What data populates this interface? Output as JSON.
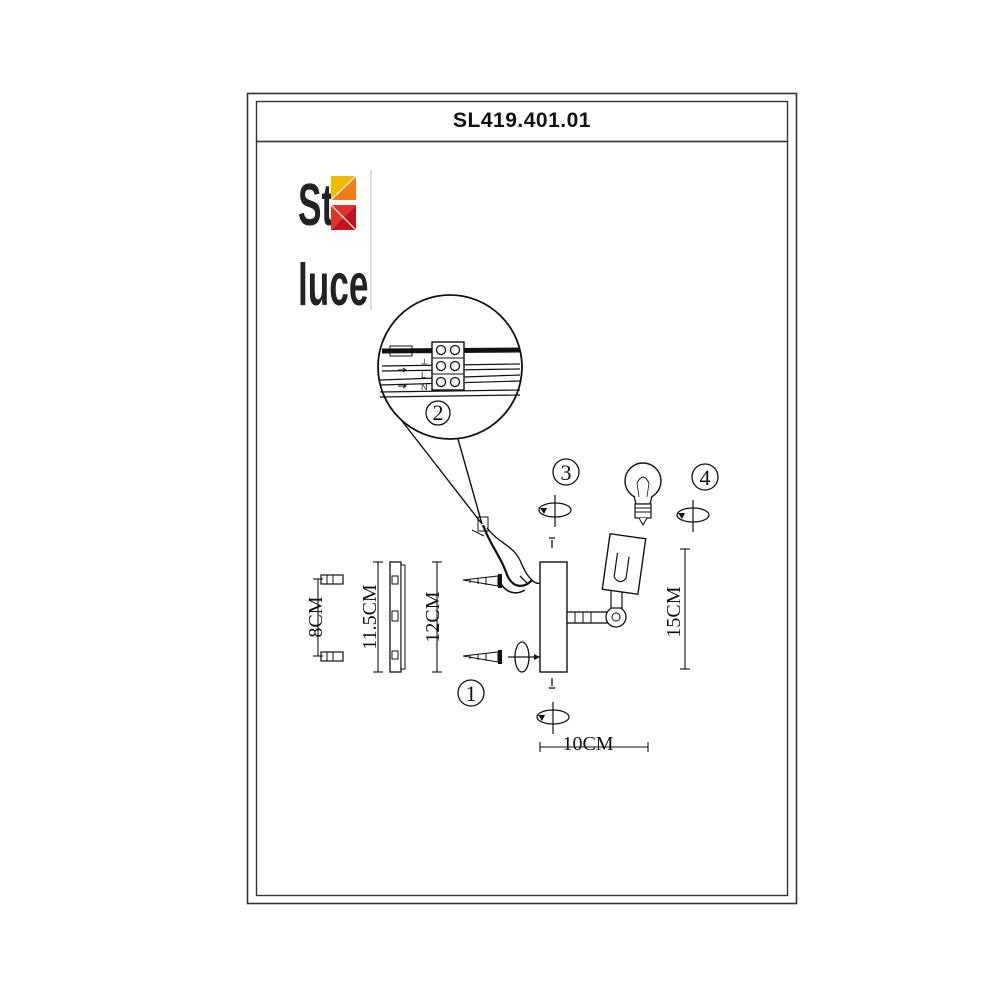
{
  "header": {
    "model": "SL419.401.01"
  },
  "logo": {
    "line1": "St",
    "line2": "luce",
    "colors": {
      "yellow": "#f5b800",
      "orange": "#f07d1a",
      "red": "#e0342a",
      "darkred": "#c0141e"
    }
  },
  "dimensions": {
    "anchor_spacing": "8CM",
    "bracket_height": "11.5CM",
    "plate_height": "12CM",
    "lamp_height": "15CM",
    "depth": "10CM"
  },
  "steps": {
    "mount": "1",
    "wiring": "2",
    "screw": "3",
    "bulb": "4"
  },
  "wiring": {
    "earth_mark": "⏚",
    "live_mark": "L",
    "neutral_mark": "N"
  }
}
